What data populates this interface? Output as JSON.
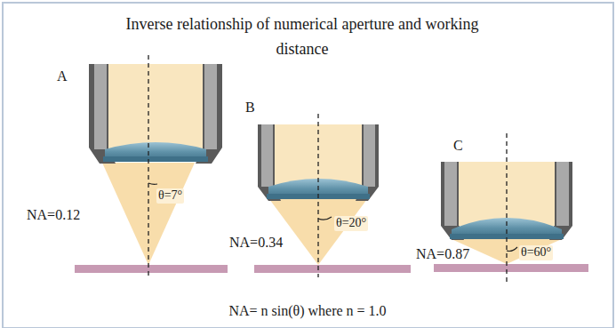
{
  "diagram": {
    "title": "Inverse relationship of numerical aperture and working distance",
    "caption": "NA= n sin(θ) where n = 1.0",
    "labels": [
      "A",
      "NA=0.12",
      "θ=7°",
      "B",
      "NA=0.34",
      "θ=20°",
      "C",
      "NA=0.87",
      "θ=60°"
    ]
  }
}
